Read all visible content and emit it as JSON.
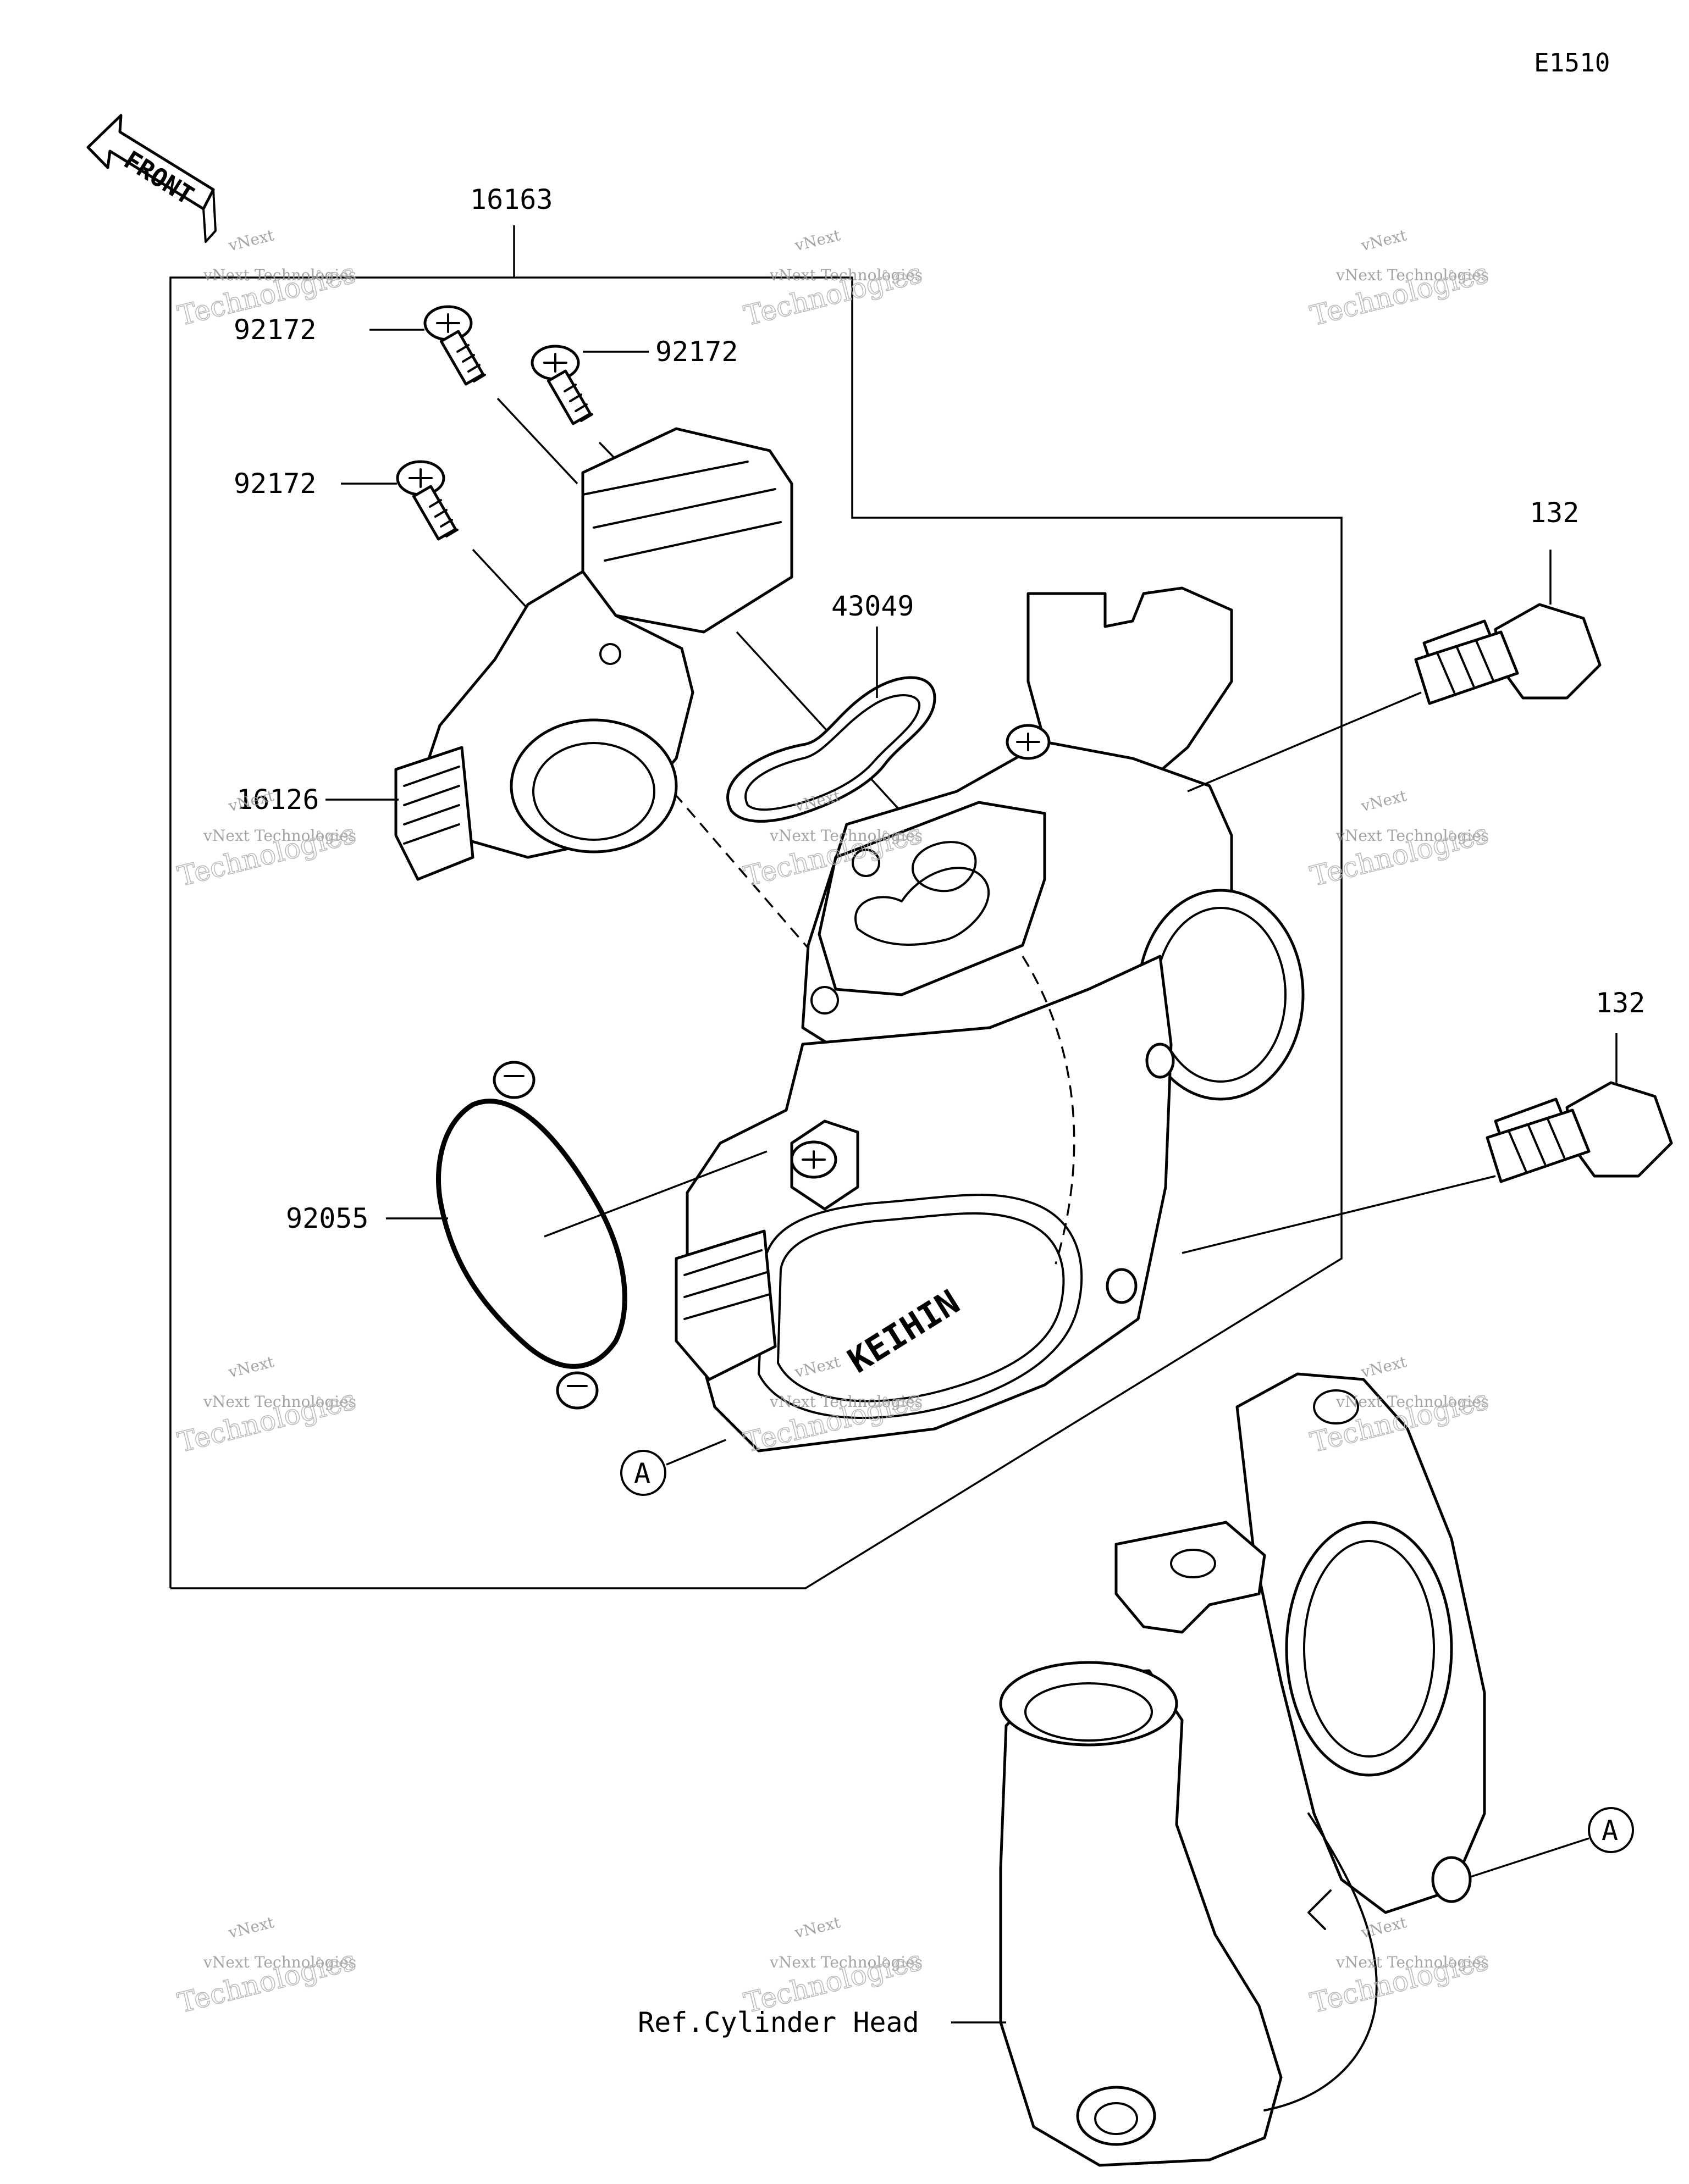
{
  "diagram": {
    "code": "E1510",
    "front_label": "FRONT",
    "callout_letter": "A",
    "ref_label": "Ref.Cylinder Head",
    "parts": {
      "assembly": "16163",
      "screw_1": "92172",
      "screw_2": "92172",
      "screw_3": "92172",
      "sensor": "16126",
      "gasket_43049": "43049",
      "gasket_92055": "92055",
      "bolt_1": "132",
      "bolt_2": "132"
    },
    "brand_mark": "KEIHIN"
  },
  "watermark": {
    "line_top": "vNext",
    "line_mid": "vNext Technologies",
    "line_big": "Technologies"
  }
}
